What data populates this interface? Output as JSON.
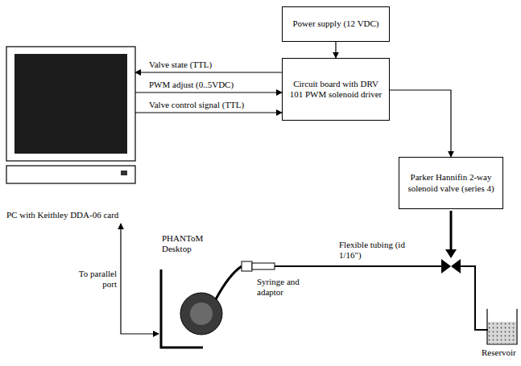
{
  "diagram": {
    "nodes": [
      {
        "text": [
          "Power supply (12 VDC)"
        ]
      },
      {
        "text": [
          "Circuit board with DRV 101 PWM solenoid driver"
        ]
      },
      {
        "text": [
          "Parker Hannifin 2-way solenoid valve (series 4)"
        ]
      },
      {
        "text": [
          "PC with Keithley DDA-06 card"
        ]
      },
      {
        "text": [
          "PHANToM Desktop"
        ]
      }
    ],
    "edges": [
      {
        "from": 1,
        "to": 3,
        "label": "Valve state (TTL)",
        "arrow": "to"
      },
      {
        "from": 3,
        "to": 1,
        "label": "PWM adjust (0..5VDC)",
        "arrow": "to"
      },
      {
        "from": 3,
        "to": 1,
        "label": "Valve control signal (TTL)",
        "arrow": "to"
      },
      {
        "from": 0,
        "to": 1,
        "arrow": "to"
      },
      {
        "from": 1,
        "to": 2,
        "arrow": "to"
      },
      {
        "from": 3,
        "to": 4,
        "label": "To parallel port",
        "arrow": "both"
      }
    ],
    "labels": [
      "Flexible tubing (id 1/16\")",
      "Syringe and adaptor",
      "Reservoir"
    ]
  }
}
